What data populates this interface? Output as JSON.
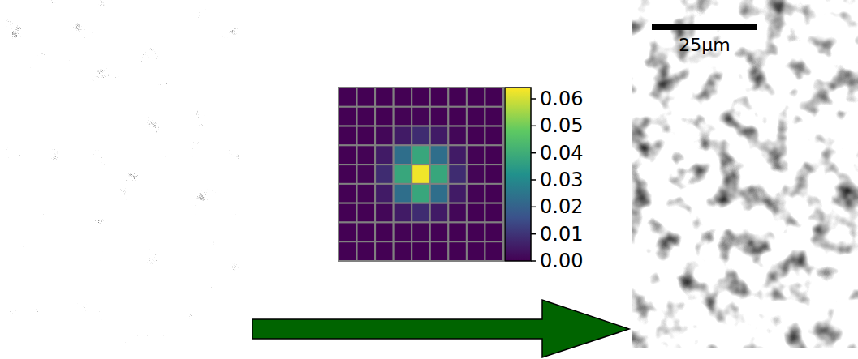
{
  "diagram": {
    "labels": [
      "0.06",
      "0.05",
      "0.04",
      "0.03",
      "0.02",
      "0.01",
      "0.00",
      "25µm"
    ]
  }
}
